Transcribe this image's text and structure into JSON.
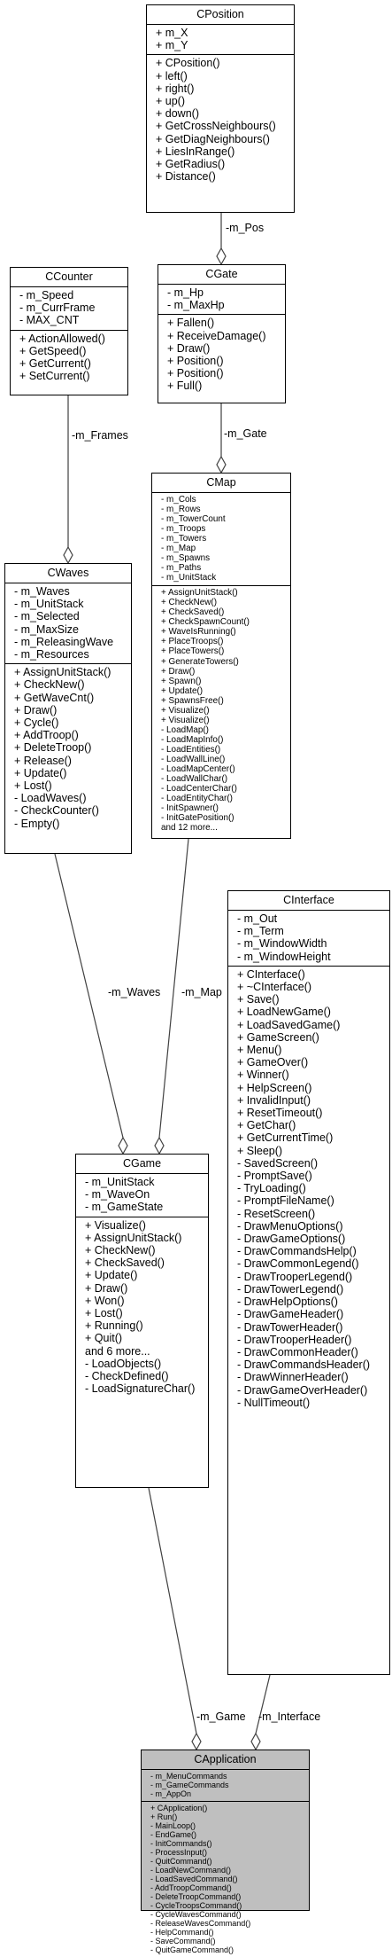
{
  "classes": {
    "cposition": {
      "name": "CPosition",
      "attributes": [
        "+ m_X",
        "+ m_Y"
      ],
      "methods": [
        "+ CPosition()",
        "+ left()",
        "+ right()",
        "+ up()",
        "+ down()",
        "+ GetCrossNeighbours()",
        "+ GetDiagNeighbours()",
        "+ LiesInRange()",
        "+ GetRadius()",
        "+ Distance()"
      ]
    },
    "ccounter": {
      "name": "CCounter",
      "attributes": [
        "- m_Speed",
        "- m_CurrFrame",
        "- MAX_CNT"
      ],
      "methods": [
        "+ ActionAllowed()",
        "+ GetSpeed()",
        "+ GetCurrent()",
        "+ SetCurrent()"
      ]
    },
    "cgate": {
      "name": "CGate",
      "attributes": [
        "- m_Hp",
        "- m_MaxHp"
      ],
      "methods": [
        "+ Fallen()",
        "+ ReceiveDamage()",
        "+ Draw()",
        "+ Position()",
        "+ Position()",
        "+ Full()"
      ]
    },
    "cwaves": {
      "name": "CWaves",
      "attributes": [
        "- m_Waves",
        "- m_UnitStack",
        "- m_Selected",
        "- m_MaxSize",
        "- m_ReleasingWave",
        "- m_Resources"
      ],
      "methods": [
        "+ AssignUnitStack()",
        "+ CheckNew()",
        "+ GetWaveCnt()",
        "+ Draw()",
        "+ Cycle()",
        "+ AddTroop()",
        "+ DeleteTroop()",
        "+ Release()",
        "+ Update()",
        "+ Lost()",
        "- LoadWaves()",
        "- CheckCounter()",
        "- Empty()"
      ]
    },
    "cmap": {
      "name": "CMap",
      "attributes": [
        "- m_Cols",
        "- m_Rows",
        "- m_TowerCount",
        "- m_Troops",
        "- m_Towers",
        "- m_Map",
        "- m_Spawns",
        "- m_Paths",
        "- m_UnitStack"
      ],
      "methods": [
        "+ AssignUnitStack()",
        "+ CheckNew()",
        "+ CheckSaved()",
        "+ CheckSpawnCount()",
        "+ WaveIsRunning()",
        "+ PlaceTroops()",
        "+ PlaceTowers()",
        "+ GenerateTowers()",
        "+ Draw()",
        "+ Spawn()",
        "+ Update()",
        "+ SpawnsFree()",
        "+ Visualize()",
        "+ Visualize()",
        "- LoadMap()",
        "- LoadMapInfo()",
        "- LoadEntities()",
        "- LoadWallLine()",
        "- LoadMapCenter()",
        "- LoadWallChar()",
        "- LoadCenterChar()",
        "- LoadEntityChar()",
        "- InitSpawner()",
        "- InitGatePosition()",
        "and 12 more..."
      ]
    },
    "cinterface": {
      "name": "CInterface",
      "attributes": [
        "- m_Out",
        "- m_Term",
        "- m_WindowWidth",
        "- m_WindowHeight"
      ],
      "methods": [
        "+ CInterface()",
        "+ ~CInterface()",
        "+ Save()",
        "+ LoadNewGame()",
        "+ LoadSavedGame()",
        "+ GameScreen()",
        "+ Menu()",
        "+ GameOver()",
        "+ Winner()",
        "+ HelpScreen()",
        "+ InvalidInput()",
        "+ ResetTimeout()",
        "+ GetChar()",
        "+ GetCurrentTime()",
        "+ Sleep()",
        "- SavedScreen()",
        "- PromptSave()",
        "- TryLoading()",
        "- PromptFileName()",
        "- ResetScreen()",
        "- DrawMenuOptions()",
        "- DrawGameOptions()",
        "- DrawCommandsHelp()",
        "- DrawCommonLegend()",
        "- DrawTrooperLegend()",
        "- DrawTowerLegend()",
        "- DrawHelpOptions()",
        "- DrawGameHeader()",
        "- DrawTowerHeader()",
        "- DrawTrooperHeader()",
        "- DrawCommonHeader()",
        "- DrawCommandsHeader()",
        "- DrawWinnerHeader()",
        "- DrawGameOverHeader()",
        "- NullTimeout()"
      ]
    },
    "cgame": {
      "name": "CGame",
      "attributes": [
        "- m_UnitStack",
        "- m_WaveOn",
        "- m_GameState"
      ],
      "methods": [
        "+ Visualize()",
        "+ AssignUnitStack()",
        "+ CheckNew()",
        "+ CheckSaved()",
        "+ Update()",
        "+ Draw()",
        "+ Won()",
        "+ Lost()",
        "+ Running()",
        "+ Quit()",
        "and 6 more...",
        "- LoadObjects()",
        "- CheckDefined()",
        "- LoadSignatureChar()"
      ]
    },
    "capplication": {
      "name": "CApplication",
      "attributes": [
        "- m_MenuCommands",
        "- m_GameCommands",
        "- m_AppOn"
      ],
      "methods": [
        "+ CApplication()",
        "+ Run()",
        "- MainLoop()",
        "- EndGame()",
        "- InitCommands()",
        "- ProcessInput()",
        "- QuitCommand()",
        "- LoadNewCommand()",
        "- LoadSavedCommand()",
        "- AddTroopCommand()",
        "- DeleteTroopCommand()",
        "- CycleTroopsCommand()",
        "- CycleWavesCommand()",
        "- ReleaseWavesCommand()",
        "- HelpCommand()",
        "- SaveCommand()",
        "- QuitGameCommand()"
      ]
    }
  },
  "edges": {
    "pos": "-m_Pos",
    "frames": "-m_Frames",
    "gate": "-m_Gate",
    "waves": "-m_Waves",
    "map": "-m_Map",
    "game": "-m_Game",
    "interface": "-m_Interface"
  },
  "colors": {
    "highlight": "#bfbfbf",
    "line": "#404040"
  }
}
